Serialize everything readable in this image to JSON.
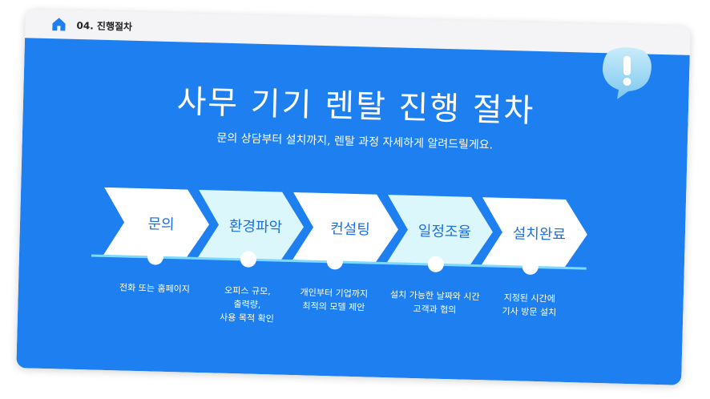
{
  "header": {
    "breadcrumb": "04. 진행절차"
  },
  "main": {
    "title": "사무 기기 렌탈 진행 절차",
    "subtitle": "문의 상담부터 설치까지, 렌탈 과정 자세하게 알려드릴게요."
  },
  "steps": [
    {
      "label": "문의",
      "desc": [
        "전화 또는 홈페이지"
      ],
      "fill": "#ffffff"
    },
    {
      "label": "환경파악",
      "desc": [
        "오피스 규모,",
        "출력량,",
        "사용 목적 확인"
      ],
      "fill": "#dcf7fb"
    },
    {
      "label": "컨설팅",
      "desc": [
        "개인부터 기업까지",
        "최적의 모델 제안"
      ],
      "fill": "#ffffff"
    },
    {
      "label": "일정조율",
      "desc": [
        "설치 가능한 날짜와 시간",
        "고객과 협의"
      ],
      "fill": "#dcf7fb"
    },
    {
      "label": "설치완료",
      "desc": [
        "지정된 시간에",
        "기사 방문 설치"
      ],
      "fill": "#ffffff"
    }
  ],
  "icons": {
    "home": "home-icon",
    "alert": "exclamation-bubble-icon"
  },
  "colors": {
    "panel": "#1e7ff0",
    "step_text": "#1e6fe0",
    "timeline": "#7cd9ff",
    "badge": "#a9dcf7"
  }
}
